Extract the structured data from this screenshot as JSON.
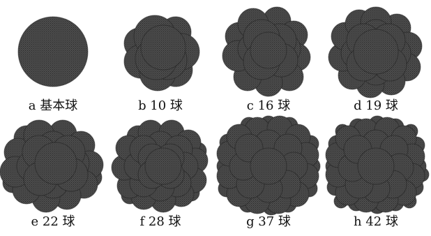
{
  "figure": {
    "panels": [
      {
        "label": "a 基本球",
        "sphere_count": 1
      },
      {
        "label": "b 10 球",
        "sphere_count": 10
      },
      {
        "label": "c 16 球",
        "sphere_count": 16
      },
      {
        "label": "d 19 球",
        "sphere_count": 19
      },
      {
        "label": "e 22 球",
        "sphere_count": 22
      },
      {
        "label": "f 28 球",
        "sphere_count": 28
      },
      {
        "label": "g 37 球",
        "sphere_count": 37
      },
      {
        "label": "h 42 球",
        "sphere_count": 42
      }
    ],
    "colors": {
      "sphere_fill": "#4d4d4d",
      "sphere_dot": "#2a2a2a",
      "sphere_outline": "#1f1f1f",
      "background": "#ffffff"
    }
  }
}
